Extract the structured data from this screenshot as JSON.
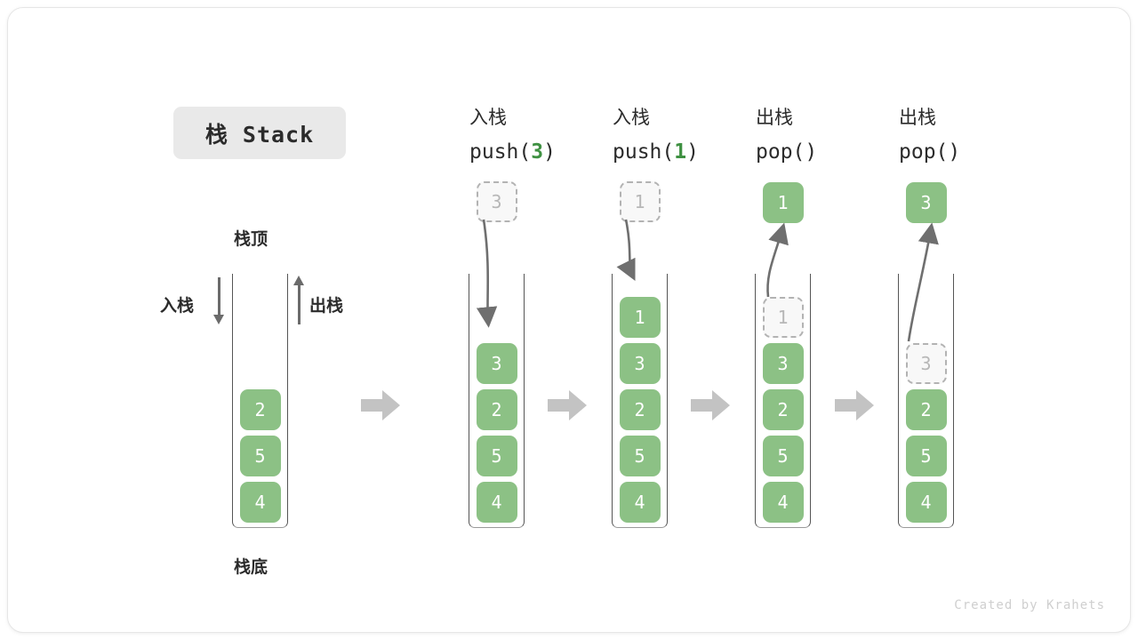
{
  "title_chip": {
    "label": "栈 Stack"
  },
  "main_stack": {
    "top_label": "栈顶",
    "bottom_label": "栈底",
    "push_label": "入栈",
    "pop_label": "出栈",
    "cells": [
      "2",
      "5",
      "4"
    ]
  },
  "accent": {
    "green": "#8cc185",
    "green_text": "#3f9142",
    "gray_arrow": "#c3c3c3",
    "ghost_border": "#b3b3b3"
  },
  "columns": [
    {
      "op_cn": "入栈",
      "op_code_prefix": "push(",
      "op_code_value": "3",
      "op_code_suffix": ")",
      "floating_cell": {
        "value": "3",
        "style": "ghost"
      },
      "cells": [
        {
          "value": "3",
          "style": "solid"
        },
        {
          "value": "2",
          "style": "solid"
        },
        {
          "value": "5",
          "style": "solid"
        },
        {
          "value": "4",
          "style": "solid"
        }
      ]
    },
    {
      "op_cn": "入栈",
      "op_code_prefix": "push(",
      "op_code_value": "1",
      "op_code_suffix": ")",
      "floating_cell": {
        "value": "1",
        "style": "ghost"
      },
      "cells": [
        {
          "value": "1",
          "style": "solid"
        },
        {
          "value": "3",
          "style": "solid"
        },
        {
          "value": "2",
          "style": "solid"
        },
        {
          "value": "5",
          "style": "solid"
        },
        {
          "value": "4",
          "style": "solid"
        }
      ]
    },
    {
      "op_cn": "出栈",
      "op_code_prefix": "pop(",
      "op_code_value": "",
      "op_code_suffix": ")",
      "floating_cell": {
        "value": "1",
        "style": "solid"
      },
      "cells": [
        {
          "value": "1",
          "style": "ghost"
        },
        {
          "value": "3",
          "style": "solid"
        },
        {
          "value": "2",
          "style": "solid"
        },
        {
          "value": "5",
          "style": "solid"
        },
        {
          "value": "4",
          "style": "solid"
        }
      ]
    },
    {
      "op_cn": "出栈",
      "op_code_prefix": "pop(",
      "op_code_value": "",
      "op_code_suffix": ")",
      "floating_cell": {
        "value": "3",
        "style": "solid"
      },
      "cells": [
        {
          "value": "3",
          "style": "ghost"
        },
        {
          "value": "2",
          "style": "solid"
        },
        {
          "value": "5",
          "style": "solid"
        },
        {
          "value": "4",
          "style": "solid"
        }
      ]
    }
  ],
  "footer": {
    "credit": "Created by Krahets"
  }
}
